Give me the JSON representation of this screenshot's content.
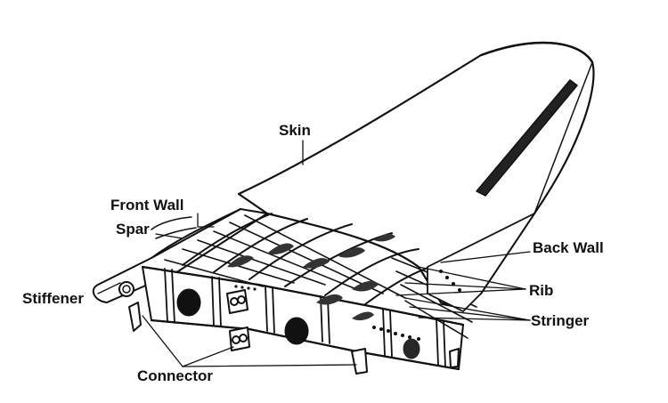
{
  "diagram": {
    "labels": {
      "skin": "Skin",
      "front_wall": "Front Wall",
      "spar": "Spar",
      "stiffener": "Stiffener",
      "connector": "Connector",
      "back_wall": "Back Wall",
      "rib": "Rib",
      "stringer": "Stringer"
    },
    "colors": {
      "ink": "#111111",
      "paper": "#ffffff",
      "shade": "#555555"
    }
  }
}
